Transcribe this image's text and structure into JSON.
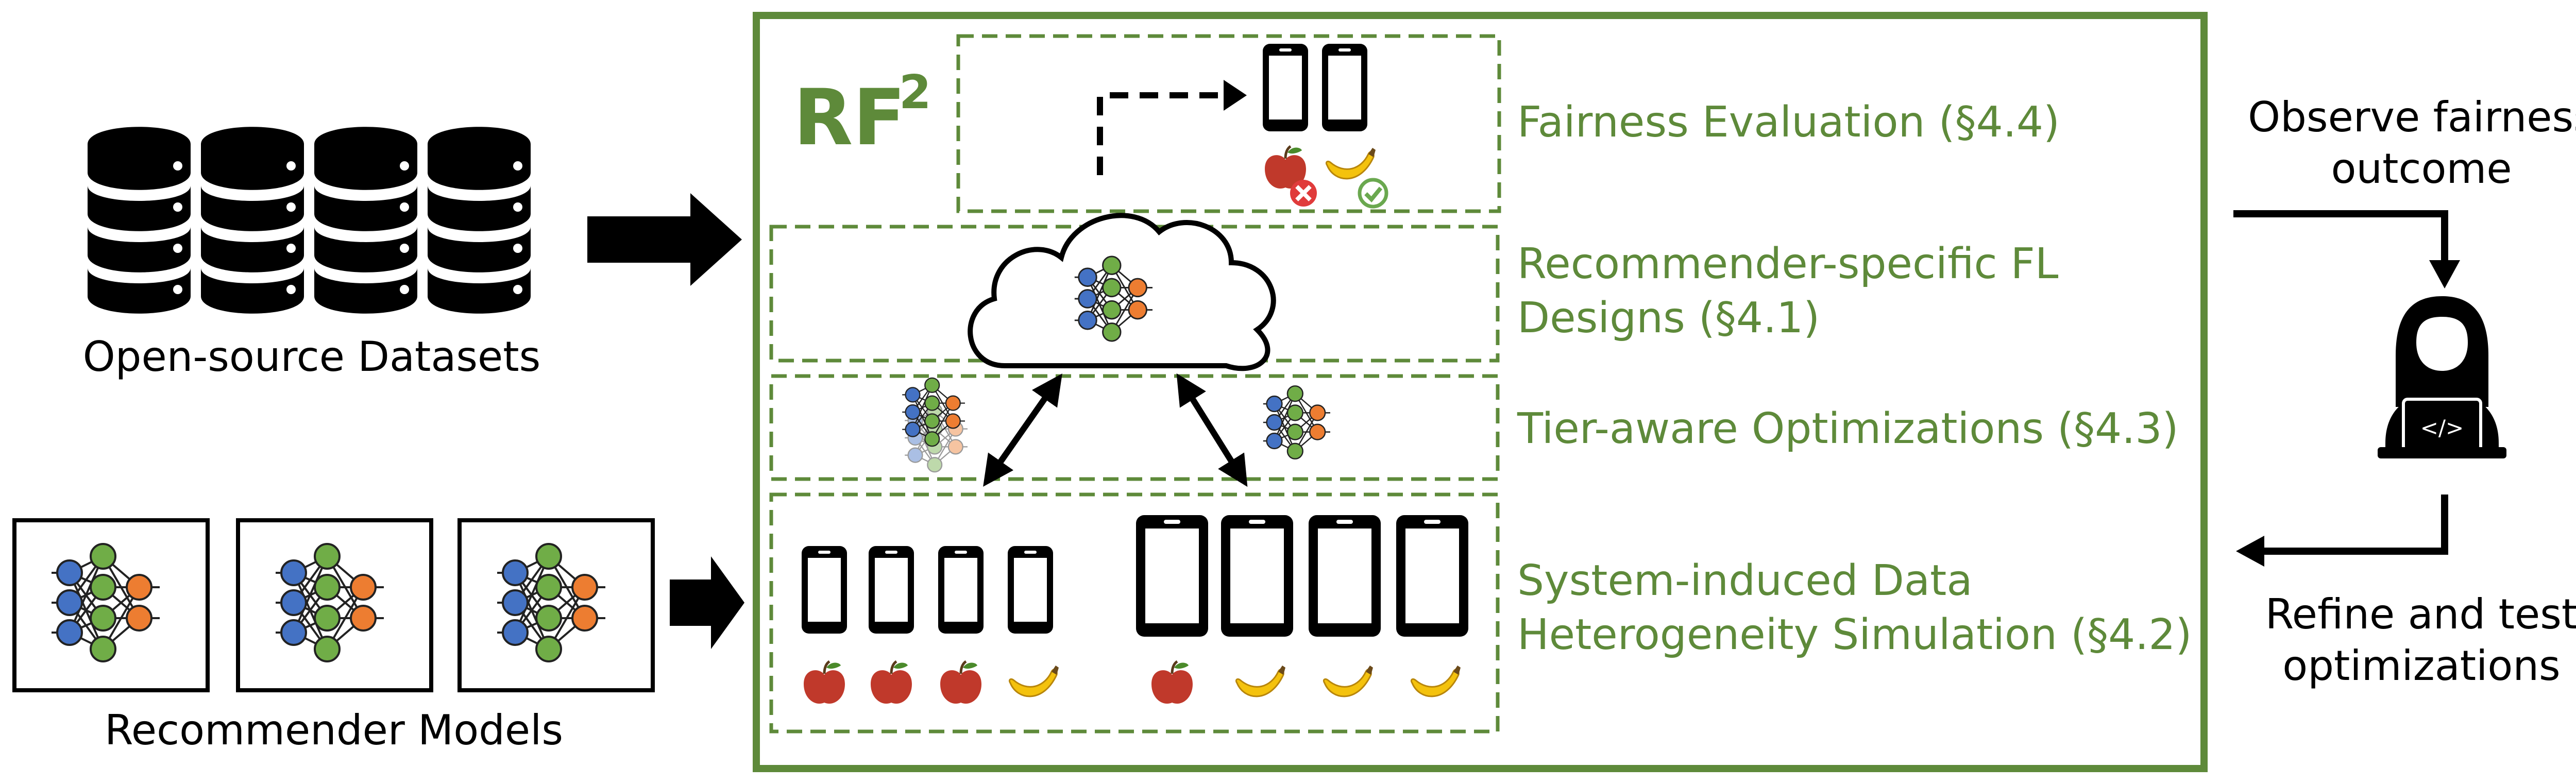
{
  "labels": {
    "datasets": "Open-source Datasets",
    "models": "Recommender Models",
    "rf": "RF",
    "rf_sup": "2",
    "section_fairness": "Fairness Evaluation (§4.4)",
    "section_fl_line1": "Recommender-specific FL",
    "section_fl_line2": "Designs (§4.1)",
    "section_tier": "Tier-aware Optimizations (§4.3)",
    "section_sim_line1": "System-induced Data",
    "section_sim_line2": "Heterogeneity Simulation (§4.2)",
    "observe_line1": "Observe fairness",
    "observe_line2": "outcome",
    "refine_line1": "Refine and test",
    "refine_line2": "optimizations"
  },
  "colors": {
    "frame_green": "#5e8a3a",
    "node_blue": "#4472c4",
    "node_green": "#70ad47",
    "node_orange": "#ed7d31",
    "apple_red": "#c0392b",
    "banana_yellow": "#f4c20d",
    "cross_red": "#e03b3b",
    "check_green": "#6aa84f"
  },
  "icons": [
    "database-icon",
    "neural-network-icon",
    "cloud-icon",
    "smartphone-icon",
    "tablet-icon",
    "apple-icon",
    "banana-icon",
    "user-laptop-icon",
    "cross-icon",
    "check-icon"
  ]
}
